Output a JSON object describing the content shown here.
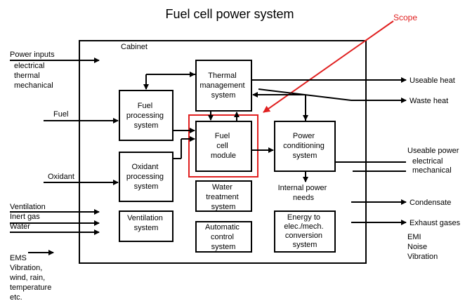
{
  "title": "Fuel cell power system",
  "scope_label": "Scope",
  "cabinet_label": "Cabinet",
  "boxes": {
    "thermal": [
      "Thermal",
      "management",
      "system"
    ],
    "fuel_processing": [
      "Fuel",
      "processing",
      "system"
    ],
    "fuel_cell": [
      "Fuel",
      "cell",
      "module"
    ],
    "power_conditioning": [
      "Power",
      "conditioning",
      "system"
    ],
    "oxidant_processing": [
      "Oxidant",
      "processing",
      "system"
    ],
    "water_treatment": [
      "Water",
      "treatment",
      "system"
    ],
    "ventilation": [
      "Ventilation",
      "system"
    ],
    "automatic_control": [
      "Automatic",
      "control",
      "system"
    ],
    "energy_conversion": [
      "Energy to",
      "elec./mech.",
      "conversion",
      "system"
    ]
  },
  "internal_power_needs": [
    "Internal power",
    "needs"
  ],
  "inputs": {
    "power_inputs": "Power inputs",
    "power_inputs_sub": [
      "electrical",
      "thermal",
      "mechanical"
    ],
    "fuel": "Fuel",
    "oxidant": "Oxidant",
    "ventilation": "Ventilation",
    "inert_gas": "Inert gas",
    "water": "Water",
    "ems": "EMS",
    "ems_sub": [
      "Vibration,",
      "wind, rain,",
      "temperature",
      "etc."
    ]
  },
  "outputs": {
    "useable_heat": "Useable heat",
    "waste_heat": "Waste heat",
    "useable_power": "Useable power",
    "useable_power_sub": [
      "electrical",
      "mechanical"
    ],
    "condensate": "Condensate",
    "exhaust_gases": "Exhaust gases",
    "emi": [
      "EMI",
      "Noise",
      "Vibration"
    ]
  },
  "colors": {
    "scope": "#e02020",
    "line": "#000000"
  }
}
